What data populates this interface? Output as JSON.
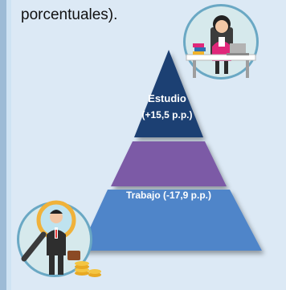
{
  "header": {
    "text": "porcentuales)."
  },
  "pyramid": {
    "top_tier": {
      "label": "Estudio",
      "value": "(+15,5 p.p.)",
      "color": "#1f3f73"
    },
    "middle_tier": {
      "color": "#7b5aa6"
    },
    "bottom_tier": {
      "label": "Trabajo  (-17,9 p.p.)",
      "color": "#4f85c9"
    }
  },
  "icons": {
    "top_right": "woman-at-desk-icon",
    "bottom_left": "businessman-magnifier-icon"
  }
}
